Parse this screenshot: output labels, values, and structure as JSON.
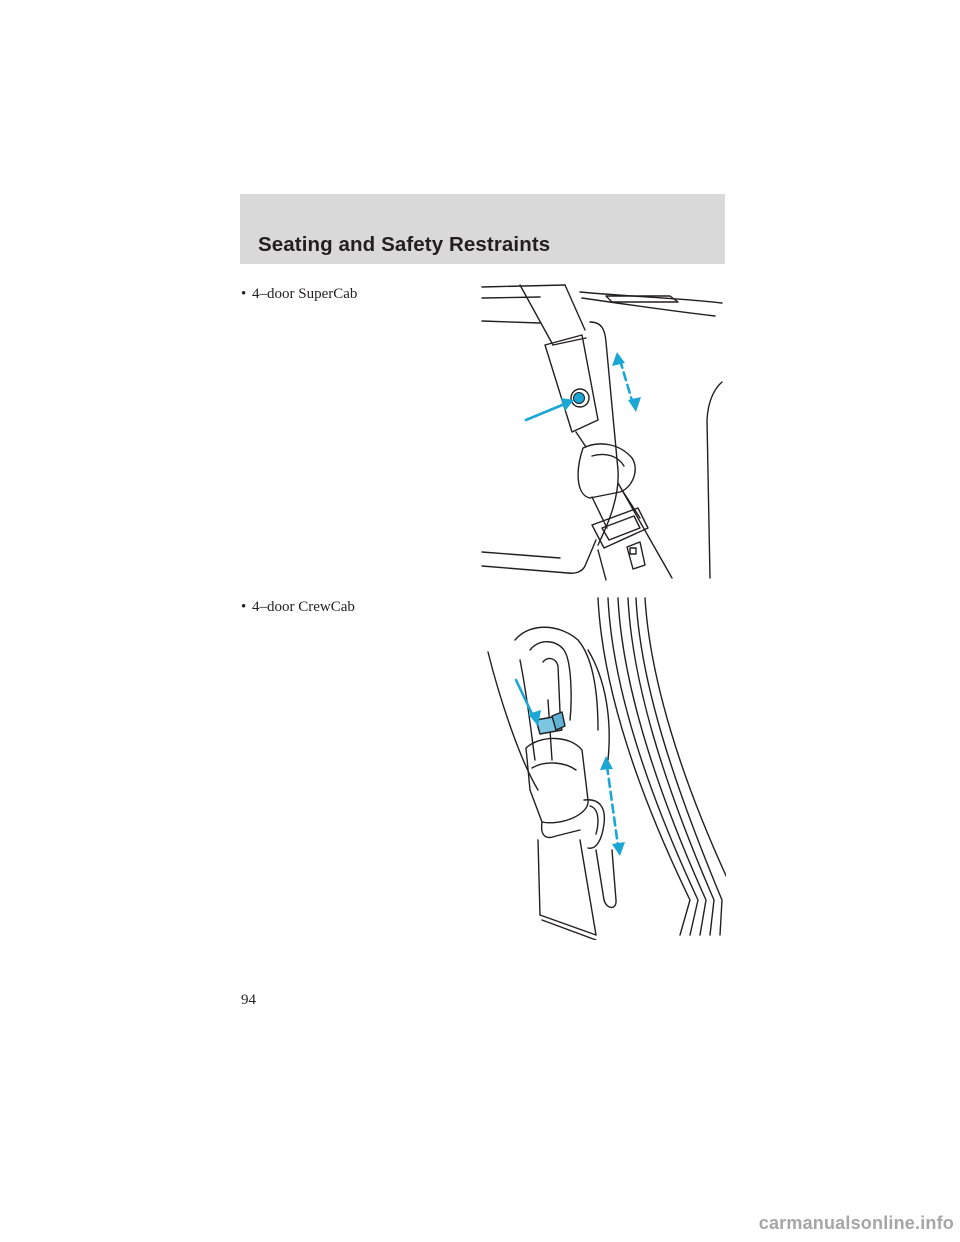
{
  "header": {
    "title": "Seating and Safety Restraints",
    "band_color": "#d9d9d9"
  },
  "items": [
    {
      "bullet": "•",
      "label": "4–door SuperCab",
      "illustration": "supercab-seatbelt-height-adjuster"
    },
    {
      "bullet": "•",
      "label": "4–door CrewCab",
      "illustration": "crewcab-seatbelt-height-adjuster"
    }
  ],
  "accent_color": "#1aa7d6",
  "page_number": "94",
  "watermark": "carmanualsonline.info"
}
